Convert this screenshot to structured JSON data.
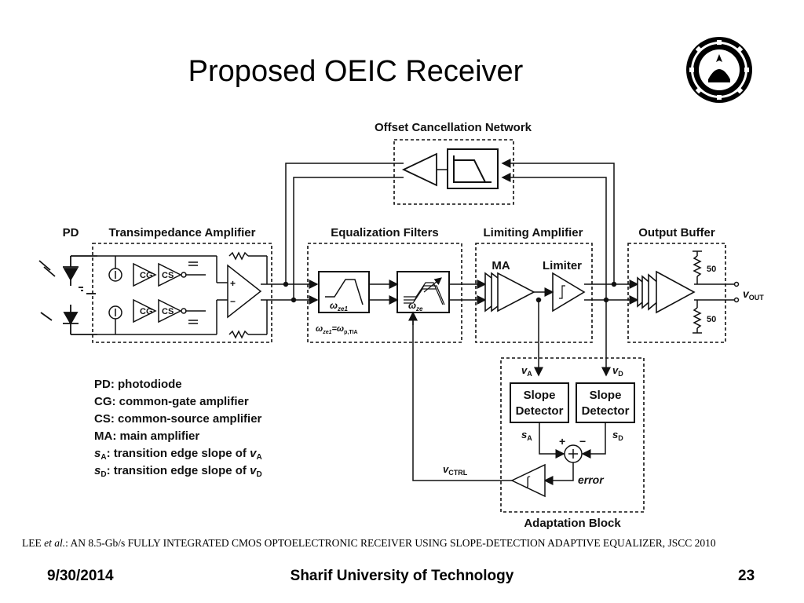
{
  "slide": {
    "title": "Proposed OEIC Receiver",
    "logo_icon": "sharif-university-seal-icon",
    "reference_prefix": "LEE ",
    "reference_etal": "et al.",
    "reference_text": ": AN 8.5-Gb/s FULLY INTEGRATED CMOS OPTOELECTRONIC RECEIVER USING SLOPE-DETECTION ADAPTIVE EQUALIZER, JSCC 2010",
    "footer_date": "9/30/2014",
    "footer_center": "Sharif University of Technology",
    "footer_page": "23"
  },
  "diagram": {
    "blocks": {
      "offset_network": "Offset Cancellation Network",
      "pd": "PD",
      "tia": "Transimpedance Amplifier",
      "eq": "Equalization Filters",
      "la": "Limiting Amplifier",
      "ob": "Output Buffer",
      "adaptation": "Adaptation Block"
    },
    "components": {
      "cg": "CG",
      "cs": "CS",
      "ma": "MA",
      "limiter": "Limiter",
      "slope_detector_line1": "Slope",
      "slope_detector_line2": "Detector",
      "omega": "ω",
      "ze1_sub": "ze1",
      "ze_sub": "ze",
      "eq_note_eq": "=ω",
      "eq_note_sub": "p,TIA",
      "r50_top": "50",
      "r50_bottom": "50",
      "vout": "v",
      "vout_sub": "OUT",
      "va": "v",
      "va_sub": "A",
      "vd": "v",
      "vd_sub": "D",
      "sa": "s",
      "sa_sub": "A",
      "sd": "s",
      "sd_sub": "D",
      "plus": "+",
      "minus": "−",
      "error": "error",
      "vctrl": "v",
      "vctrl_sub": "CTRL"
    },
    "legend": [
      {
        "term": "PD",
        "sub": "",
        "def": ": photodiode"
      },
      {
        "term": "CG",
        "sub": "",
        "def": ": common-gate amplifier"
      },
      {
        "term": "CS",
        "sub": "",
        "def": ": common-source amplifier"
      },
      {
        "term": "MA",
        "sub": "",
        "def": ": main amplifier"
      },
      {
        "term": "s",
        "sub": "A",
        "def": ": transition edge slope of ",
        "var": "v",
        "var_sub": "A"
      },
      {
        "term": "s",
        "sub": "D",
        "def": ": transition edge slope of ",
        "var": "v",
        "var_sub": "D"
      }
    ]
  }
}
